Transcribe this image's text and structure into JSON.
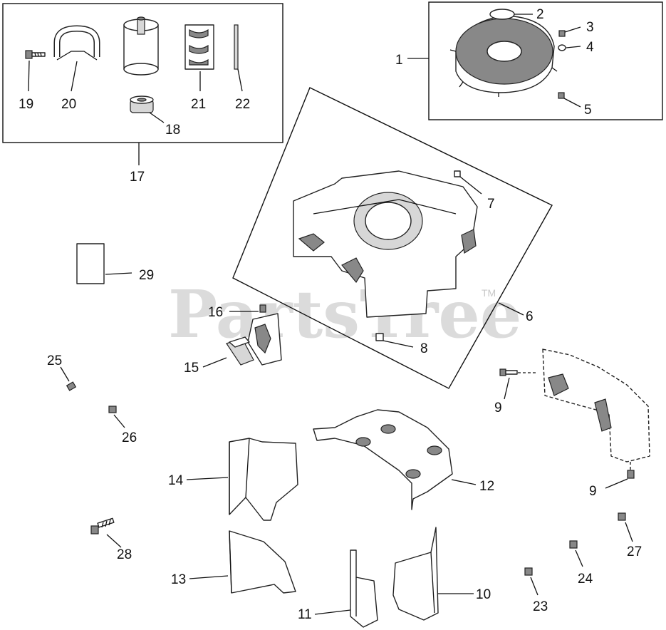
{
  "watermark": {
    "text": "PartsTree",
    "mark": "TM"
  },
  "callouts": {
    "c1": "1",
    "c2": "2",
    "c3": "3",
    "c4": "4",
    "c5": "5",
    "c6": "6",
    "c7": "7",
    "c8": "8",
    "c9a": "9",
    "c9b": "9",
    "c10": "10",
    "c11": "11",
    "c12": "12",
    "c13": "13",
    "c14": "14",
    "c15": "15",
    "c16": "16",
    "c17": "17",
    "c18": "18",
    "c19": "19",
    "c20": "20",
    "c21": "21",
    "c22": "22",
    "c23": "23",
    "c24": "24",
    "c25": "25",
    "c26": "26",
    "c27": "27",
    "c28": "28",
    "c29": "29"
  }
}
